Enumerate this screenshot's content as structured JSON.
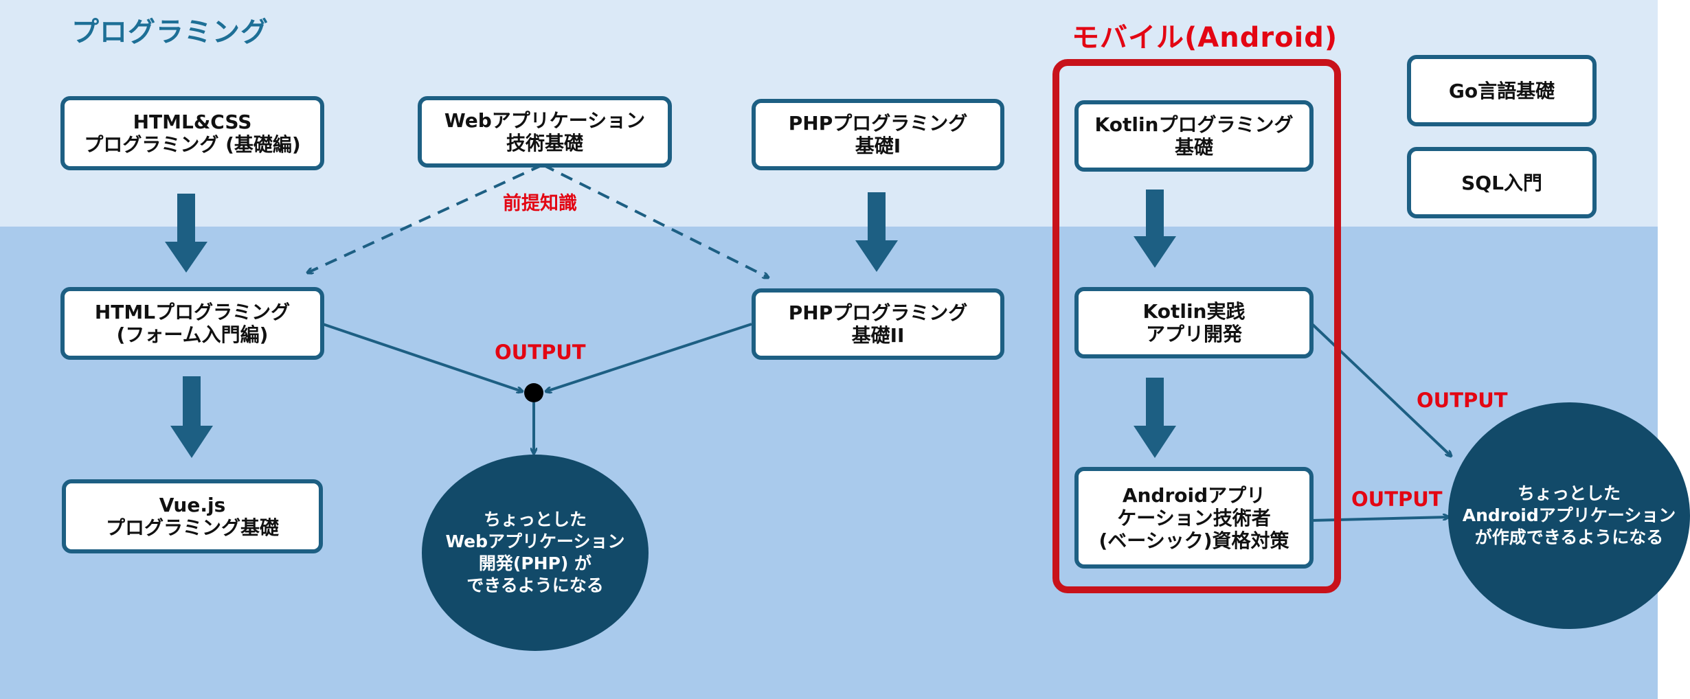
{
  "sections": {
    "programming": "プログラミング",
    "mobile": "モバイル(Android)"
  },
  "courses": {
    "html_css": "HTML&CSS\nプログラミング (基礎編)",
    "web_app_basics": "Webアプリケーション\n技術基礎",
    "php_basics_1": "PHPプログラミング\n基礎I",
    "html_forms": "HTMLプログラミング\n(フォーム入門編)",
    "php_basics_2": "PHPプログラミング\n基礎II",
    "vue": "Vue.js\nプログラミング基礎",
    "kotlin_basics": "Kotlinプログラミング\n基礎",
    "kotlin_app": "Kotlin実践\nアプリ開発",
    "android_cert": "Androidアプリ\nケーション技術者\n(ベーシック)資格対策",
    "go_basics": "Go言語基礎",
    "sql_intro": "SQL入門"
  },
  "labels": {
    "prerequisite": "前提知識",
    "output_web": "OUTPUT",
    "output_kotlin": "OUTPUT",
    "output_android": "OUTPUT"
  },
  "goals": {
    "web": "ちょっとした\nWebアプリケーション\n開発(PHP) が\nできるようになる",
    "android": "ちょっとした\nAndroidアプリケーション\nが作成できるようになる"
  },
  "colors": {
    "top_band": "#dbe9f7",
    "bottom_band": "#a9caec",
    "node_border": "#1d5f83",
    "arrow": "#1d5f83",
    "goal_fill": "#124a69",
    "section_title": "#1d6f96",
    "accent_red": "#e30613",
    "mobile_frame": "#c8121a"
  }
}
